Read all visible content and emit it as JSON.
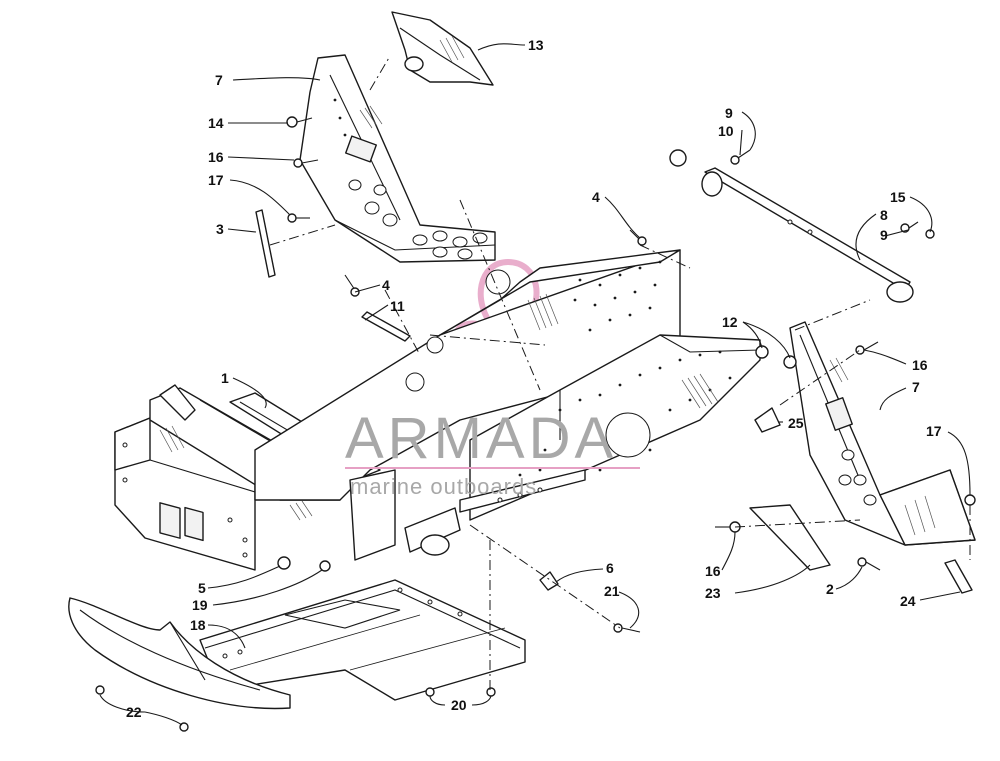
{
  "watermark": {
    "brand": "ARMADA",
    "tagline": "marine outboards",
    "logo_color": "#e6a0c4",
    "text_color": "#a8a8a8"
  },
  "callouts": [
    {
      "id": "c-13",
      "text": "13"
    },
    {
      "id": "c-7a",
      "text": "7"
    },
    {
      "id": "c-14",
      "text": "14"
    },
    {
      "id": "c-16a",
      "text": "16"
    },
    {
      "id": "c-17a",
      "text": "17"
    },
    {
      "id": "c-3",
      "text": "3"
    },
    {
      "id": "c-4a",
      "text": "4"
    },
    {
      "id": "c-11",
      "text": "11"
    },
    {
      "id": "c-1",
      "text": "1"
    },
    {
      "id": "c-4b",
      "text": "4"
    },
    {
      "id": "c-9a",
      "text": "9"
    },
    {
      "id": "c-10",
      "text": "10"
    },
    {
      "id": "c-15",
      "text": "15"
    },
    {
      "id": "c-8",
      "text": "8"
    },
    {
      "id": "c-9b",
      "text": "9"
    },
    {
      "id": "c-12",
      "text": "12"
    },
    {
      "id": "c-16b",
      "text": "16"
    },
    {
      "id": "c-7b",
      "text": "7"
    },
    {
      "id": "c-25",
      "text": "25"
    },
    {
      "id": "c-17b",
      "text": "17"
    },
    {
      "id": "c-5",
      "text": "5"
    },
    {
      "id": "c-19",
      "text": "19"
    },
    {
      "id": "c-18",
      "text": "18"
    },
    {
      "id": "c-6",
      "text": "6"
    },
    {
      "id": "c-21",
      "text": "21"
    },
    {
      "id": "c-16c",
      "text": "16"
    },
    {
      "id": "c-23",
      "text": "23"
    },
    {
      "id": "c-2",
      "text": "2"
    },
    {
      "id": "c-24",
      "text": "24"
    },
    {
      "id": "c-22",
      "text": "22"
    },
    {
      "id": "c-20",
      "text": "20"
    }
  ]
}
